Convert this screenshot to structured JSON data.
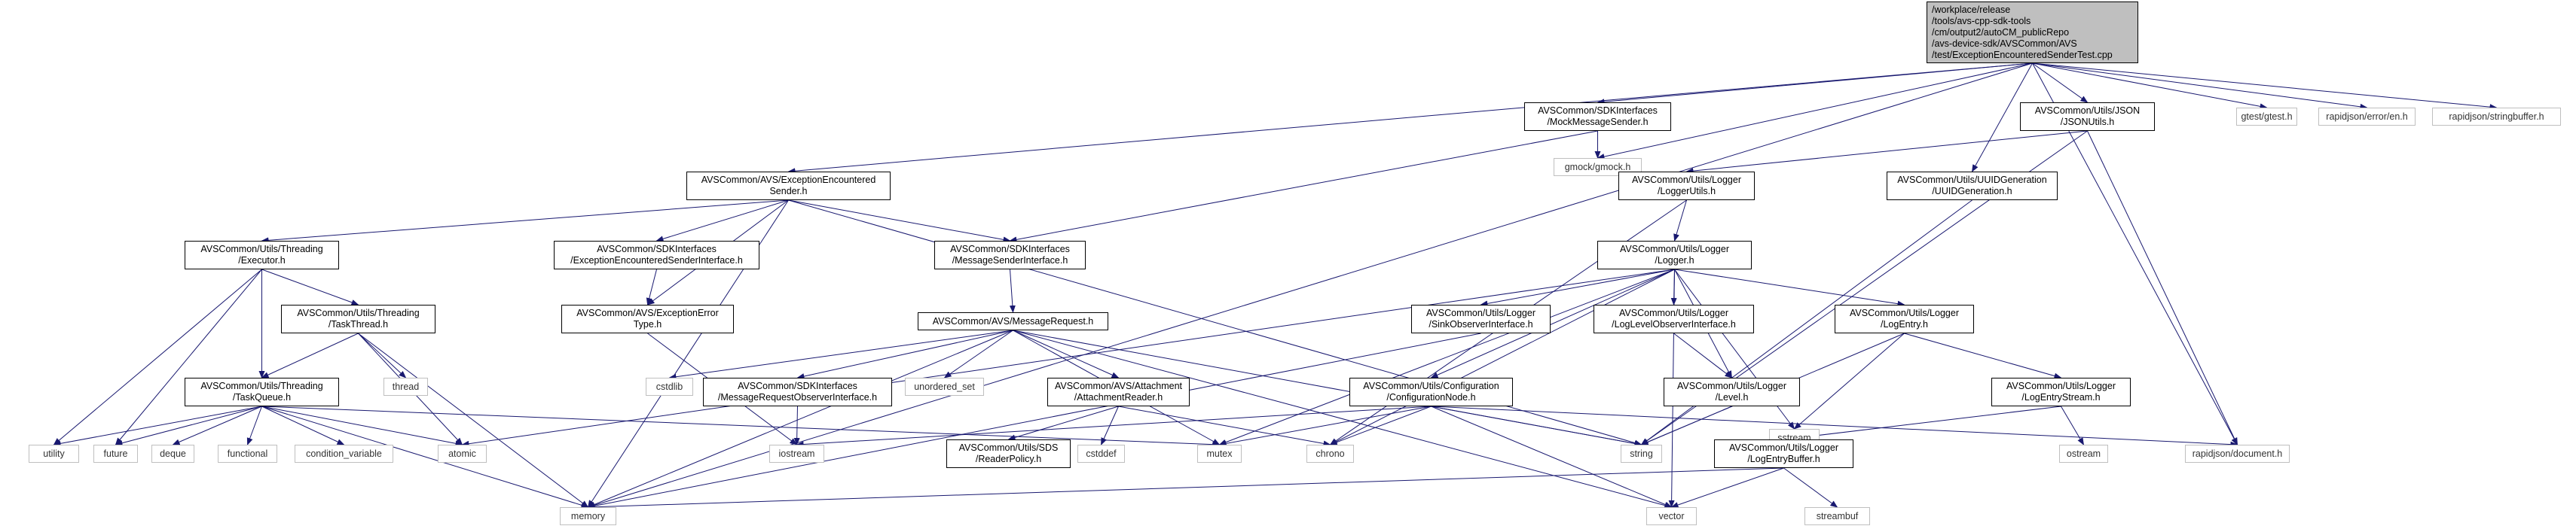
{
  "nodes": [
    {
      "id": "root",
      "label": "/workplace/release\n/tools/avs-cpp-sdk-tools\n/cm/output2/autoCM_publicRepo\n/avs-device-sdk/AVSCommon/AVS\n/test/ExceptionEncounteredSenderTest.cpp",
      "kind": "root"
    },
    {
      "id": "mocksender",
      "label": "AVSCommon/SDKInterfaces\n/MockMessageSender.h",
      "kind": "main"
    },
    {
      "id": "jsonutils",
      "label": "AVSCommon/Utils/JSON\n/JSONUtils.h",
      "kind": "main"
    },
    {
      "id": "gtest",
      "label": "gtest/gtest.h",
      "kind": "ext"
    },
    {
      "id": "rjerror",
      "label": "rapidjson/error/en.h",
      "kind": "ext"
    },
    {
      "id": "rjsb",
      "label": "rapidjson/stringbuffer.h",
      "kind": "ext"
    },
    {
      "id": "gmock",
      "label": "gmock/gmock.h",
      "kind": "ext"
    },
    {
      "id": "ecsender",
      "label": "AVSCommon/AVS/ExceptionEncountered\nSender.h",
      "kind": "main"
    },
    {
      "id": "loggerutils",
      "label": "AVSCommon/Utils/Logger\n/LoggerUtils.h",
      "kind": "main"
    },
    {
      "id": "uuid",
      "label": "AVSCommon/Utils/UUIDGeneration\n/UUIDGeneration.h",
      "kind": "main"
    },
    {
      "id": "executor",
      "label": "AVSCommon/Utils/Threading\n/Executor.h",
      "kind": "main"
    },
    {
      "id": "ecsi",
      "label": "AVSCommon/SDKInterfaces\n/ExceptionEncounteredSenderInterface.h",
      "kind": "main"
    },
    {
      "id": "msi",
      "label": "AVSCommon/SDKInterfaces\n/MessageSenderInterface.h",
      "kind": "main"
    },
    {
      "id": "logger",
      "label": "AVSCommon/Utils/Logger\n/Logger.h",
      "kind": "main"
    },
    {
      "id": "taskthread",
      "label": "AVSCommon/Utils/Threading\n/TaskThread.h",
      "kind": "main"
    },
    {
      "id": "exerr",
      "label": "AVSCommon/AVS/ExceptionError\nType.h",
      "kind": "main"
    },
    {
      "id": "msgreq",
      "label": "AVSCommon/AVS/MessageRequest.h",
      "kind": "main"
    },
    {
      "id": "sinkobs",
      "label": "AVSCommon/Utils/Logger\n/SinkObserverInterface.h",
      "kind": "main"
    },
    {
      "id": "loglevelobs",
      "label": "AVSCommon/Utils/Logger\n/LogLevelObserverInterface.h",
      "kind": "main"
    },
    {
      "id": "logentry",
      "label": "AVSCommon/Utils/Logger\n/LogEntry.h",
      "kind": "main"
    },
    {
      "id": "thread",
      "label": "thread",
      "kind": "ext"
    },
    {
      "id": "taskqueue",
      "label": "AVSCommon/Utils/Threading\n/TaskQueue.h",
      "kind": "main"
    },
    {
      "id": "cstdlib",
      "label": "cstdlib",
      "kind": "ext"
    },
    {
      "id": "mroi",
      "label": "AVSCommon/SDKInterfaces\n/MessageRequestObserverInterface.h",
      "kind": "main"
    },
    {
      "id": "unordset",
      "label": "unordered_set",
      "kind": "ext"
    },
    {
      "id": "attreader",
      "label": "AVSCommon/AVS/Attachment\n/AttachmentReader.h",
      "kind": "main"
    },
    {
      "id": "confnode",
      "label": "AVSCommon/Utils/Configuration\n/ConfigurationNode.h",
      "kind": "main"
    },
    {
      "id": "level",
      "label": "AVSCommon/Utils/Logger\n/Level.h",
      "kind": "main"
    },
    {
      "id": "sstream",
      "label": "sstream",
      "kind": "ext"
    },
    {
      "id": "logentrystream",
      "label": "AVSCommon/Utils/Logger\n/LogEntryStream.h",
      "kind": "main"
    },
    {
      "id": "sdsreader",
      "label": "AVSCommon/Utils/SDS\n/ReaderPolicy.h",
      "kind": "main"
    },
    {
      "id": "cstddef",
      "label": "cstddef",
      "kind": "ext"
    },
    {
      "id": "utility",
      "label": "utility",
      "kind": "ext"
    },
    {
      "id": "future",
      "label": "future",
      "kind": "ext"
    },
    {
      "id": "deque",
      "label": "deque",
      "kind": "ext"
    },
    {
      "id": "functional",
      "label": "functional",
      "kind": "ext"
    },
    {
      "id": "condvar",
      "label": "condition_variable",
      "kind": "ext"
    },
    {
      "id": "atomic",
      "label": "atomic",
      "kind": "ext"
    },
    {
      "id": "iostream",
      "label": "iostream",
      "kind": "ext"
    },
    {
      "id": "mutex",
      "label": "mutex",
      "kind": "ext"
    },
    {
      "id": "chrono",
      "label": "chrono",
      "kind": "ext"
    },
    {
      "id": "string",
      "label": "string",
      "kind": "ext"
    },
    {
      "id": "rjdoc",
      "label": "rapidjson/document.h",
      "kind": "ext"
    },
    {
      "id": "ostream",
      "label": "ostream",
      "kind": "ext"
    },
    {
      "id": "logentrybuffer",
      "label": "AVSCommon/Utils/Logger\n/LogEntryBuffer.h",
      "kind": "main"
    },
    {
      "id": "memory",
      "label": "memory",
      "kind": "ext"
    },
    {
      "id": "vector",
      "label": "vector",
      "kind": "ext"
    },
    {
      "id": "streambuf",
      "label": "streambuf",
      "kind": "ext"
    }
  ],
  "edges": [
    [
      "root",
      "memory"
    ],
    [
      "root",
      "ecsender"
    ],
    [
      "root",
      "mocksender"
    ],
    [
      "root",
      "gmock"
    ],
    [
      "root",
      "jsonutils"
    ],
    [
      "root",
      "uuid"
    ],
    [
      "root",
      "rjdoc"
    ],
    [
      "root",
      "gtest"
    ],
    [
      "root",
      "rjerror"
    ],
    [
      "root",
      "rjsb"
    ],
    [
      "mocksender",
      "gmock"
    ],
    [
      "mocksender",
      "msi"
    ],
    [
      "jsonutils",
      "loggerutils"
    ],
    [
      "jsonutils",
      "string"
    ],
    [
      "jsonutils",
      "rjdoc"
    ],
    [
      "uuid",
      "string"
    ],
    [
      "ecsender",
      "executor"
    ],
    [
      "ecsender",
      "ecsi"
    ],
    [
      "ecsender",
      "msi"
    ],
    [
      "ecsender",
      "exerr"
    ],
    [
      "ecsender",
      "memory"
    ],
    [
      "ecsender",
      "string"
    ],
    [
      "loggerutils",
      "logger"
    ],
    [
      "loggerutils",
      "chrono"
    ],
    [
      "executor",
      "taskthread"
    ],
    [
      "executor",
      "taskqueue"
    ],
    [
      "executor",
      "utility"
    ],
    [
      "executor",
      "future"
    ],
    [
      "taskthread",
      "taskqueue"
    ],
    [
      "taskthread",
      "thread"
    ],
    [
      "taskthread",
      "atomic"
    ],
    [
      "taskthread",
      "memory"
    ],
    [
      "taskqueue",
      "utility"
    ],
    [
      "taskqueue",
      "future"
    ],
    [
      "taskqueue",
      "deque"
    ],
    [
      "taskqueue",
      "functional"
    ],
    [
      "taskqueue",
      "condvar"
    ],
    [
      "taskqueue",
      "atomic"
    ],
    [
      "taskqueue",
      "mutex"
    ],
    [
      "taskqueue",
      "memory"
    ],
    [
      "ecsi",
      "exerr"
    ],
    [
      "exerr",
      "iostream"
    ],
    [
      "msi",
      "msgreq"
    ],
    [
      "msgreq",
      "cstdlib"
    ],
    [
      "msgreq",
      "mroi"
    ],
    [
      "msgreq",
      "unordset"
    ],
    [
      "msgreq",
      "attreader"
    ],
    [
      "msgreq",
      "memory"
    ],
    [
      "msgreq",
      "mutex"
    ],
    [
      "msgreq",
      "string"
    ],
    [
      "msgreq",
      "vector"
    ],
    [
      "mroi",
      "iostream"
    ],
    [
      "attreader",
      "sdsreader"
    ],
    [
      "attreader",
      "cstddef"
    ],
    [
      "attreader",
      "chrono"
    ],
    [
      "logger",
      "sinkobs"
    ],
    [
      "logger",
      "loglevelobs"
    ],
    [
      "logger",
      "logentry"
    ],
    [
      "logger",
      "confnode"
    ],
    [
      "logger",
      "level"
    ],
    [
      "logger",
      "sstream"
    ],
    [
      "logger",
      "atomic"
    ],
    [
      "logger",
      "chrono"
    ],
    [
      "logger",
      "mutex"
    ],
    [
      "logger",
      "vector"
    ],
    [
      "sinkobs",
      "memory"
    ],
    [
      "loglevelobs",
      "level"
    ],
    [
      "level",
      "string"
    ],
    [
      "logentry",
      "logentrystream"
    ],
    [
      "logentry",
      "sstream"
    ],
    [
      "logentry",
      "string"
    ],
    [
      "logentrystream",
      "logentrybuffer"
    ],
    [
      "logentrystream",
      "ostream"
    ],
    [
      "logentrybuffer",
      "memory"
    ],
    [
      "logentrybuffer",
      "streambuf"
    ],
    [
      "logentrybuffer",
      "vector"
    ],
    [
      "confnode",
      "iostream"
    ],
    [
      "confnode",
      "mutex"
    ],
    [
      "confnode",
      "chrono"
    ],
    [
      "confnode",
      "string"
    ],
    [
      "confnode",
      "rjdoc"
    ],
    [
      "confnode",
      "vector"
    ]
  ]
}
